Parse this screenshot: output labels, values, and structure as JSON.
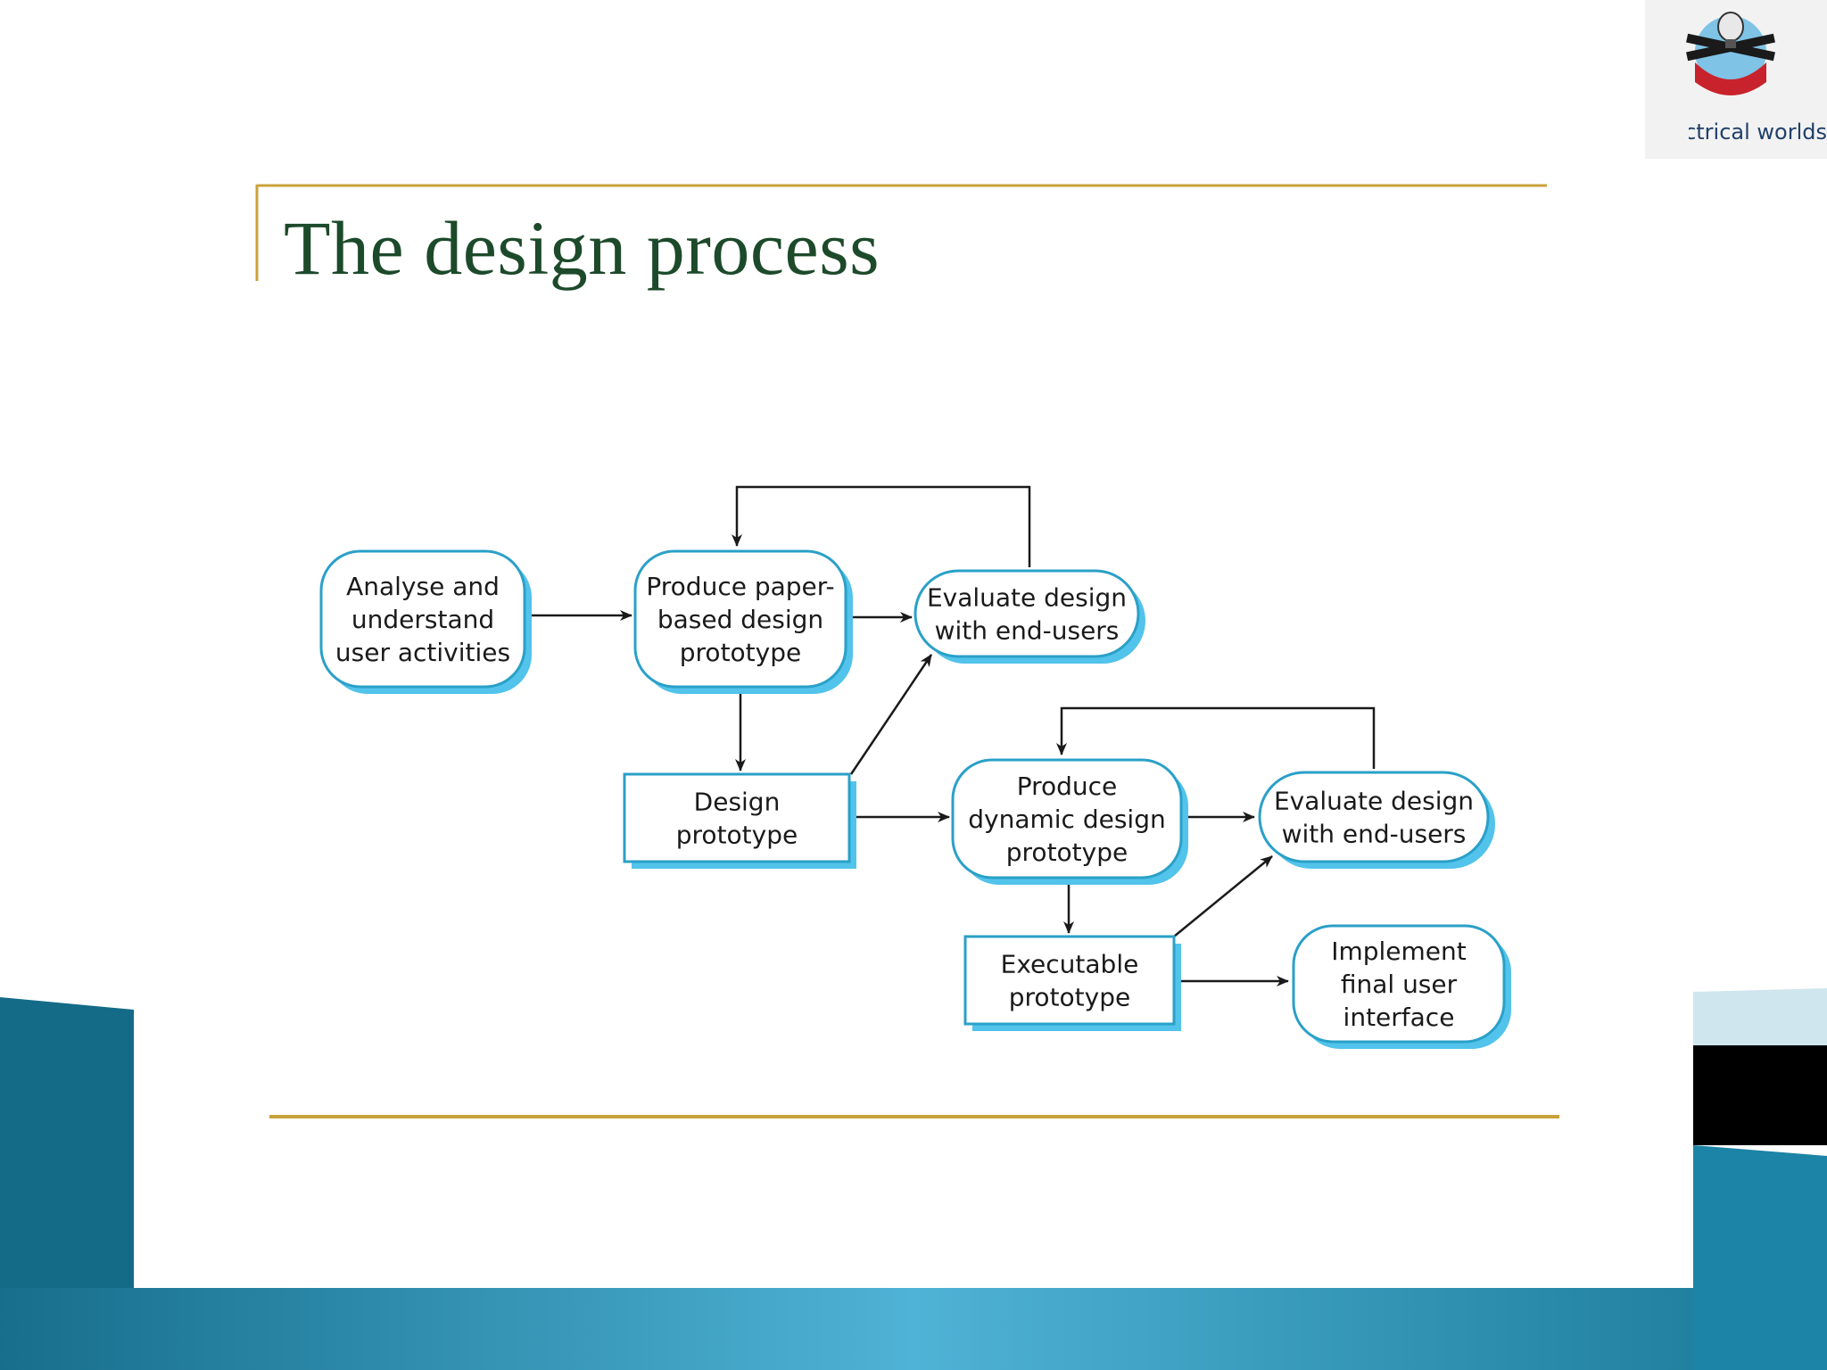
{
  "slide": {
    "title": "The design process",
    "logo_text": "Electrical worlds",
    "colors": {
      "title": "#1c4a2a",
      "rule": "#c9a23a",
      "node_border": "#2aa0c8",
      "node_shadow": "#52c3ea",
      "background_band": "#1a7a98"
    }
  },
  "diagram": {
    "nodes": [
      {
        "id": "analyse",
        "shape": "rounded",
        "lines": [
          "Analyse and",
          "understand",
          "user activities"
        ]
      },
      {
        "id": "paper",
        "shape": "rounded",
        "lines": [
          "Produce paper-",
          "based design",
          "prototype"
        ]
      },
      {
        "id": "evaluate1",
        "shape": "pill",
        "lines": [
          "Evaluate design",
          "with end-users"
        ]
      },
      {
        "id": "design-proto",
        "shape": "rect",
        "lines": [
          "Design",
          "prototype"
        ]
      },
      {
        "id": "dynamic",
        "shape": "rounded",
        "lines": [
          "Produce",
          "dynamic design",
          "prototype"
        ]
      },
      {
        "id": "evaluate2",
        "shape": "pill",
        "lines": [
          "Evaluate design",
          "with end-users"
        ]
      },
      {
        "id": "executable",
        "shape": "rect",
        "lines": [
          "Executable",
          "prototype"
        ]
      },
      {
        "id": "implement",
        "shape": "rounded",
        "lines": [
          "Implement",
          "final user",
          "interface"
        ]
      }
    ],
    "edges": [
      {
        "from": "analyse",
        "to": "paper"
      },
      {
        "from": "paper",
        "to": "evaluate1"
      },
      {
        "from": "evaluate1",
        "to": "paper",
        "kind": "feedback"
      },
      {
        "from": "paper",
        "to": "design-proto"
      },
      {
        "from": "design-proto",
        "to": "evaluate1"
      },
      {
        "from": "design-proto",
        "to": "dynamic"
      },
      {
        "from": "dynamic",
        "to": "evaluate2"
      },
      {
        "from": "evaluate2",
        "to": "dynamic",
        "kind": "feedback"
      },
      {
        "from": "dynamic",
        "to": "executable"
      },
      {
        "from": "executable",
        "to": "evaluate2"
      },
      {
        "from": "executable",
        "to": "implement"
      }
    ]
  }
}
